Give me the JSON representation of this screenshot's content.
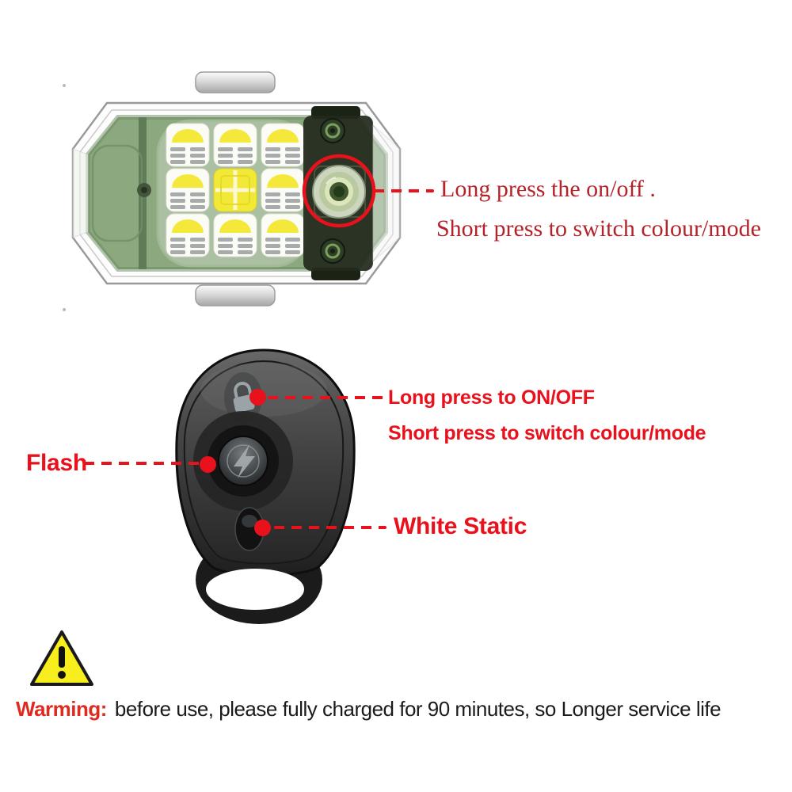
{
  "annotations": {
    "device": {
      "line1": "Long press the on/off .",
      "line2": "Short press to switch colour/mode"
    },
    "remote_power": {
      "line1": "Long press to ON/OFF",
      "line2": "Short press to switch colour/mode"
    },
    "flash_label": "Flash",
    "white_static_label": "White Static"
  },
  "warning": {
    "label": "Warming:",
    "message": "before use, please fully charged for 90 minutes, so Longer service life"
  },
  "icons": {
    "warning_triangle": "warning-triangle-icon",
    "padlock": "padlock-icon",
    "lightning_bolt": "lightning-bolt-icon",
    "highlight_circle": "power-button-highlight-circle"
  },
  "colors": {
    "annotation_red": "#e8111c",
    "serif_note_red": "#b5232a",
    "warning_label_red": "#dd2b20",
    "body_text_black": "#1b1b1b",
    "triangle_yellow": "#f8ee1e",
    "pcb_green": "#8ba87f",
    "led_yellow": "#f2e837",
    "remote_body_gray": "#474747"
  }
}
